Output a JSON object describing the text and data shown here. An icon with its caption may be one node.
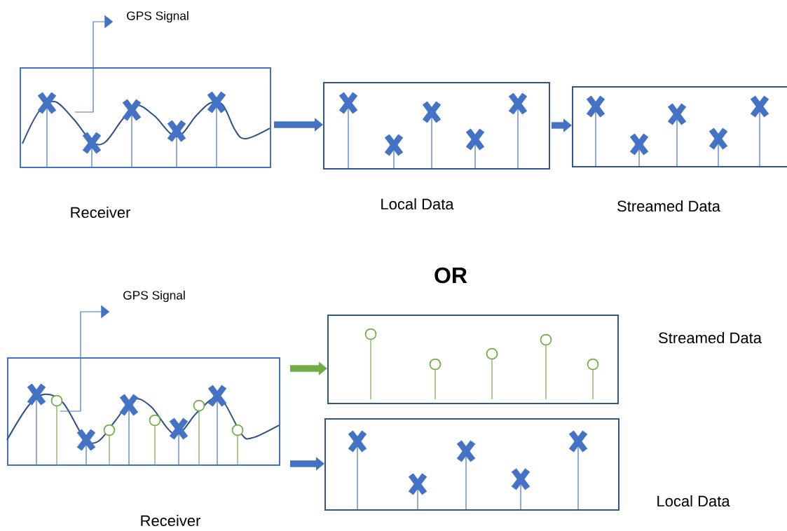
{
  "diagram": {
    "nodes": [
      {
        "text": [
          "Receiver"
        ]
      },
      {
        "text": [
          "GPS Signal"
        ]
      },
      {
        "text": [
          "Local Data"
        ]
      },
      {
        "text": [
          "Streamed Data"
        ]
      },
      {
        "text": [
          "Receiver"
        ]
      },
      {
        "text": [
          "GPS Signal"
        ]
      },
      {
        "text": [
          "Streamed Data"
        ]
      },
      {
        "text": [
          "Local Data"
        ]
      }
    ],
    "edges": [
      {
        "from": 0,
        "to": 1,
        "arrow": "to"
      },
      {
        "from": 0,
        "to": 2,
        "arrow": "to"
      },
      {
        "from": 2,
        "to": 3,
        "arrow": "to"
      },
      {
        "from": 4,
        "to": 5,
        "arrow": "to"
      },
      {
        "from": 4,
        "to": 6,
        "arrow": "to",
        "color": "#70ad47"
      },
      {
        "from": 4,
        "to": 7,
        "arrow": "to"
      }
    ],
    "labels": [
      "OR"
    ]
  }
}
